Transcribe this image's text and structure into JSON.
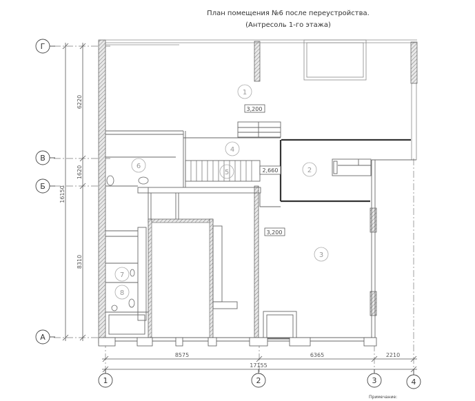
{
  "title": {
    "line1": "План помещения №6 после переустройства.",
    "line2": "(Антресоль 1-го этажа)"
  },
  "axes": {
    "rows": [
      "Г",
      "В",
      "Б",
      "А"
    ],
    "columns": [
      "1",
      "2",
      "3",
      "4"
    ]
  },
  "dimensions": {
    "vertical": {
      "g_to_v": "6220",
      "v_to_b": "1620",
      "b_to_a": "8310",
      "total": "16150"
    },
    "horizontal": {
      "c1_to_c2": "8575",
      "c2_to_c3": "6365",
      "c3_to_c4": "2210",
      "total": "17155"
    }
  },
  "rooms": [
    {
      "number": "1"
    },
    {
      "number": "2"
    },
    {
      "number": "3"
    },
    {
      "number": "4"
    },
    {
      "number": "5"
    },
    {
      "number": "6"
    },
    {
      "number": "7"
    },
    {
      "number": "8"
    }
  ],
  "levels": {
    "room1": "3,200",
    "stair": "2,660",
    "room3": "3,200"
  },
  "note": "Примечание:"
}
